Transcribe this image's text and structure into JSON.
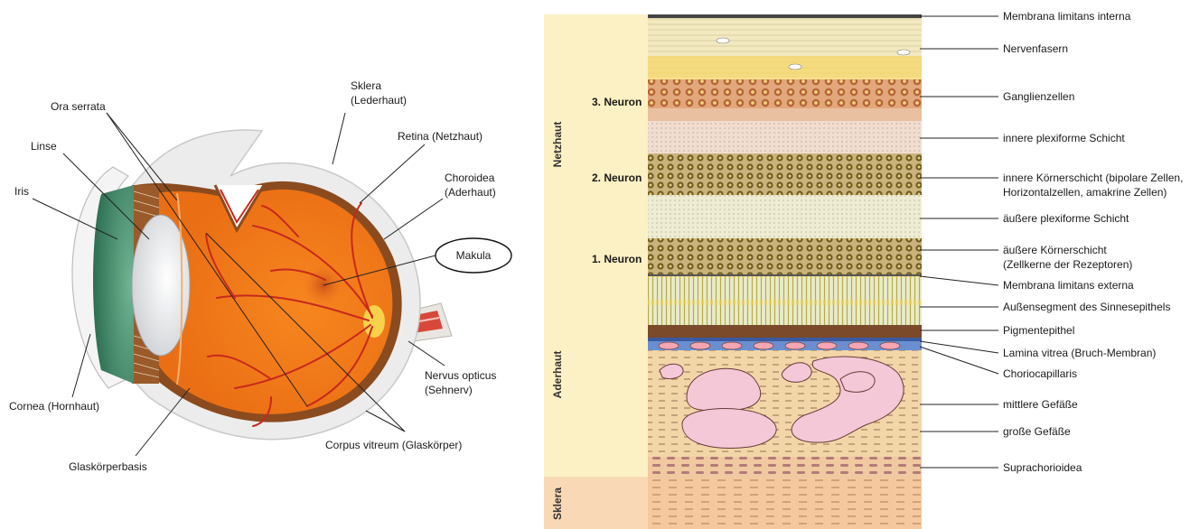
{
  "colors": {
    "sclera": "#ececec",
    "retina": "#f07a1e",
    "choroid": "#8b4b1e",
    "iris": "#3e8a6a",
    "vessel": "#c8281e",
    "netzhaut_band": "#fcf1c4",
    "aderhaut_band": "#fcf1c4",
    "sklera_band": "#f9d9b5",
    "vessel_lumen": "#f4c8d6"
  },
  "eye": {
    "labels": {
      "sklera": [
        "Sklera",
        "(Lederhaut)"
      ],
      "ora_serrata": "Ora serrata",
      "retina": "Retina (Netzhaut)",
      "linse": "Linse",
      "choroidea": [
        "Choroidea",
        "(Aderhaut)"
      ],
      "iris": "Iris",
      "makula": "Makula",
      "nervus_opticus": [
        "Nervus opticus",
        "(Sehnerv)"
      ],
      "cornea": "Cornea (Hornhaut)",
      "corpus_vitreum": "Corpus vitreum (Glaskörper)",
      "glaskoerperbasis": "Glaskörperbasis"
    }
  },
  "histology": {
    "bands": {
      "netzhaut": "Netzhaut",
      "aderhaut": "Aderhaut",
      "sklera": "Sklera"
    },
    "neurons": {
      "n3": "3. Neuron",
      "n2": "2. Neuron",
      "n1": "1. Neuron"
    },
    "layers": [
      "Membrana limitans interna",
      "Nervenfasern",
      "Ganglienzellen",
      "innere plexiforme Schicht",
      "innere Körnerschicht (bipolare Zellen,",
      "Horizontalzellen, amakrine Zellen)",
      "äußere plexiforme Schicht",
      "äußere Körnerschicht",
      "(Zellkerne der Rezeptoren)",
      "Membrana limitans externa",
      "Außensegment des Sinnesepithels",
      "Pigmentepithel",
      "Lamina vitrea (Bruch-Membran)",
      "Choriocapillaris",
      "mittlere Gefäße",
      "große Gefäße",
      "Suprachorioidea"
    ]
  }
}
